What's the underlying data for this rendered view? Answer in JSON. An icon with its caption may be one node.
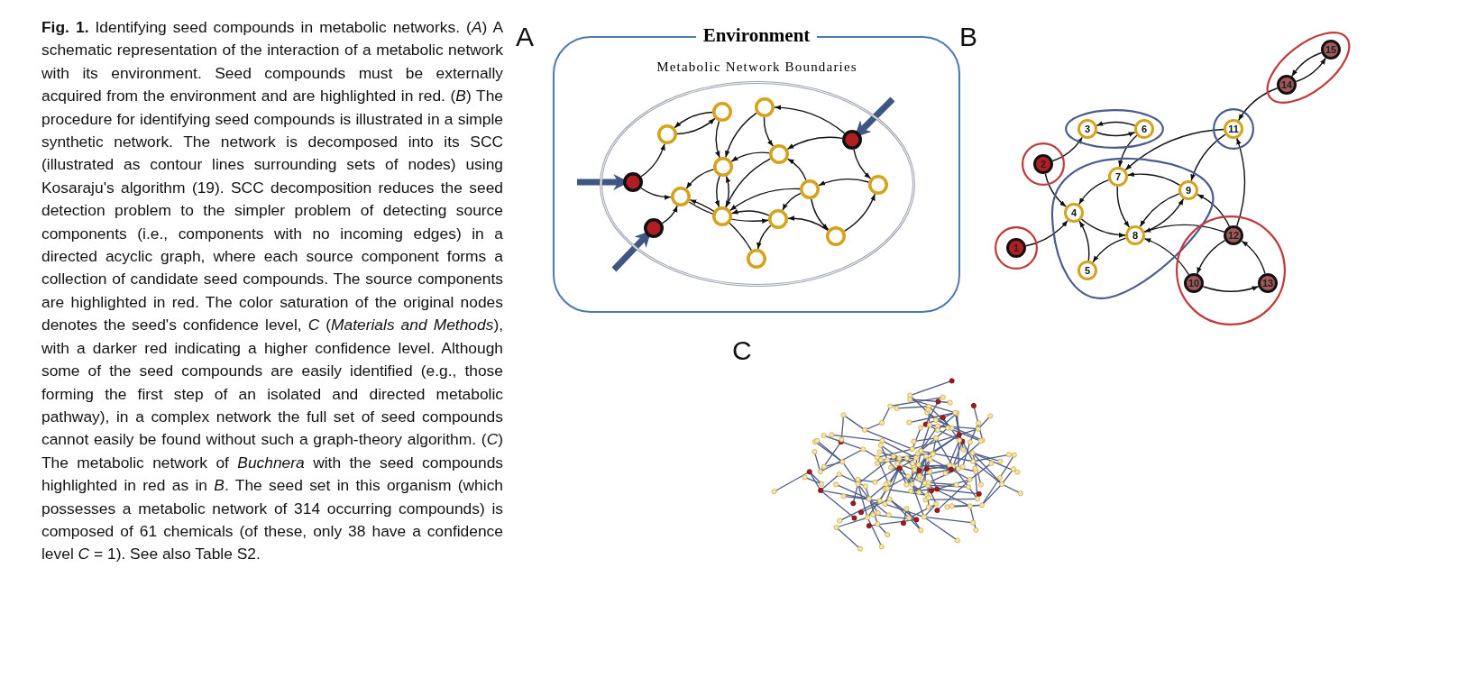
{
  "diagram": {
    "caption": "**Fig. 1.** Identifying seed compounds in metabolic networks. (*A*) A schematic representation of the interaction of a metabolic network with its environment. Seed compounds must be externally acquired from the environment and are highlighted in red. (*B*) The procedure for identifying seed compounds is illustrated in a simple synthetic network. The network is decomposed into its SCC (illustrated as contour lines surrounding sets of nodes) using Kosaraju's algorithm (19). SCC decomposition reduces the seed detection problem to the simpler problem of detecting source components (i.e., components with no incoming edges) in a directed acyclic graph, where each source component forms a collection of candidate seed compounds. The source components are highlighted in red. The color saturation of the original nodes denotes the seed's confidence level, *C* (*Materials and Methods*), with a darker red indicating a higher confidence level. Although some of the seed compounds are easily identified (e.g., those forming the first step of an isolated and directed metabolic pathway), in a complex network the full set of seed compounds cannot easily be found without such a graph-theory algorithm. (*C*) The metabolic network of *Buchnera* with the seed compounds highlighted in red as in *B*. The seed set in this organism (which possesses a metabolic network of 314 occurring compounds) is composed of 61 chemicals (of these, only 38 have a confidence level *C* = 1). See also Table S2.",
    "nodes": [
      {
        "text": [
          "Environment"
        ]
      },
      {
        "text": [
          "Metabolic Network Boundaries"
        ],
        "in": 0
      },
      {
        "text": [],
        "shape": "circle",
        "in": 1
      },
      {
        "text": [],
        "shape": "circle",
        "in": 1
      },
      {
        "text": [],
        "shape": "circle",
        "in": 1
      },
      {
        "text": [],
        "shape": "circle",
        "in": 1
      },
      {
        "text": [],
        "shape": "circle",
        "in": 1
      },
      {
        "text": [],
        "shape": "circle",
        "in": 1
      },
      {
        "text": [],
        "shape": "circle",
        "in": 1
      },
      {
        "text": [],
        "shape": "circle",
        "in": 1
      },
      {
        "text": [],
        "shape": "circle",
        "in": 1
      },
      {
        "text": [],
        "shape": "circle",
        "in": 1
      },
      {
        "text": [],
        "shape": "circle",
        "in": 1
      },
      {
        "text": [],
        "shape": "circle",
        "in": 1
      },
      {
        "text": [],
        "shape": "circle",
        "in": 1
      },
      {
        "text": [],
        "shape": "circle",
        "in": 1
      },
      {
        "text": [],
        "shape": "circle",
        "in": 1
      },
      {
        "text": [],
        "shape": "ellipse"
      },
      {
        "text": [
          "15"
        ],
        "in": 17
      },
      {
        "text": [
          "14"
        ],
        "in": 17
      },
      {
        "text": [],
        "shape": "ellipse"
      },
      {
        "text": [
          "3"
        ],
        "in": 20
      },
      {
        "text": [
          "6"
        ],
        "in": 20
      },
      {
        "text": [],
        "shape": "circle"
      },
      {
        "text": [
          "11"
        ],
        "in": 23
      },
      {
        "text": [],
        "shape": "circle"
      },
      {
        "text": [
          "2"
        ],
        "in": 25
      },
      {
        "text": [],
        "shape": "blob"
      },
      {
        "text": [
          "7"
        ],
        "in": 27
      },
      {
        "text": [
          "9"
        ],
        "in": 27
      },
      {
        "text": [
          "4"
        ],
        "in": 27
      },
      {
        "text": [
          "8"
        ],
        "in": 27
      },
      {
        "text": [
          "5"
        ],
        "in": 27
      },
      {
        "text": [],
        "shape": "circle"
      },
      {
        "text": [
          "1"
        ],
        "in": 33
      },
      {
        "text": [],
        "shape": "circle"
      },
      {
        "text": [
          "12"
        ],
        "in": 35
      },
      {
        "text": [
          "10"
        ],
        "in": 35
      },
      {
        "text": [
          "13"
        ],
        "in": 35
      }
    ],
    "edges": [
      {
        "from": null,
        "to": 8,
        "arrow": "to",
        "style": "thick",
        "color": "#3f5682"
      },
      {
        "from": null,
        "to": 14,
        "arrow": "to",
        "style": "thick",
        "color": "#3f5682"
      },
      {
        "from": null,
        "to": 5,
        "arrow": "to",
        "style": "thick",
        "color": "#3f5682"
      },
      {
        "from": 8,
        "to": 4,
        "arrow": "to"
      },
      {
        "from": 8,
        "to": 11,
        "arrow": "to"
      },
      {
        "from": 14,
        "to": 11,
        "arrow": "to"
      },
      {
        "from": 5,
        "to": 2,
        "arrow": "to"
      },
      {
        "from": 5,
        "to": 6,
        "arrow": "to"
      },
      {
        "from": 5,
        "to": 9,
        "arrow": "to"
      },
      {
        "from": 4,
        "to": 3,
        "arrow": "to"
      },
      {
        "from": 3,
        "to": 4,
        "arrow": "to"
      },
      {
        "from": 3,
        "to": 7,
        "arrow": "to"
      },
      {
        "from": 2,
        "to": 7,
        "arrow": "to"
      },
      {
        "from": 2,
        "to": 6,
        "arrow": "to"
      },
      {
        "from": 6,
        "to": 7,
        "arrow": "to"
      },
      {
        "from": 7,
        "to": 11,
        "arrow": "to"
      },
      {
        "from": 7,
        "to": 12,
        "arrow": "to"
      },
      {
        "from": 12,
        "to": 7,
        "arrow": "to"
      },
      {
        "from": 6,
        "to": 12,
        "arrow": "to"
      },
      {
        "from": 10,
        "to": 6,
        "arrow": "to"
      },
      {
        "from": 10,
        "to": 12,
        "arrow": "to"
      },
      {
        "from": 9,
        "to": 10,
        "arrow": "to"
      },
      {
        "from": 15,
        "to": 9,
        "arrow": "to"
      },
      {
        "from": 10,
        "to": 15,
        "arrow": "to"
      },
      {
        "from": 10,
        "to": 13,
        "arrow": "to"
      },
      {
        "from": 15,
        "to": 13,
        "arrow": "to"
      },
      {
        "from": 13,
        "to": 12,
        "arrow": "to"
      },
      {
        "from": 11,
        "to": 13,
        "arrow": "to"
      },
      {
        "from": 16,
        "to": 11,
        "arrow": "to"
      },
      {
        "from": 13,
        "to": 16,
        "arrow": "to"
      },
      {
        "from": 34,
        "to": 30,
        "arrow": "to"
      },
      {
        "from": 26,
        "to": 21,
        "arrow": "to"
      },
      {
        "from": 26,
        "to": 30,
        "arrow": "to"
      },
      {
        "from": 21,
        "to": 22,
        "arrow": "to"
      },
      {
        "from": 22,
        "to": 21,
        "arrow": "to"
      },
      {
        "from": 22,
        "to": 28,
        "arrow": "to"
      },
      {
        "from": 24,
        "to": 28,
        "arrow": "to"
      },
      {
        "from": 24,
        "to": 29,
        "arrow": "to"
      },
      {
        "from": 28,
        "to": 30,
        "arrow": "to"
      },
      {
        "from": 28,
        "to": 31,
        "arrow": "to"
      },
      {
        "from": 29,
        "to": 28,
        "arrow": "to"
      },
      {
        "from": 30,
        "to": 31,
        "arrow": "to"
      },
      {
        "from": 31,
        "to": 29,
        "arrow": "to"
      },
      {
        "from": 29,
        "to": 31,
        "arrow": "to"
      },
      {
        "from": 32,
        "to": 30,
        "arrow": "to"
      },
      {
        "from": 31,
        "to": 32,
        "arrow": "to"
      },
      {
        "from": 36,
        "to": 29,
        "arrow": "to"
      },
      {
        "from": 36,
        "to": 31,
        "arrow": "to"
      },
      {
        "from": 36,
        "to": 37,
        "arrow": "to"
      },
      {
        "from": 36,
        "to": 24,
        "arrow": "to"
      },
      {
        "from": 37,
        "to": 31,
        "arrow": "to"
      },
      {
        "from": 37,
        "to": 38,
        "arrow": "to"
      },
      {
        "from": 38,
        "to": 36,
        "arrow": "to"
      },
      {
        "from": 19,
        "to": 24,
        "arrow": "to"
      },
      {
        "from": 19,
        "to": 18,
        "arrow": "to"
      },
      {
        "from": 18,
        "to": 19,
        "arrow": "to"
      }
    ],
    "labels": [
      "A",
      "B",
      "C"
    ]
  }
}
